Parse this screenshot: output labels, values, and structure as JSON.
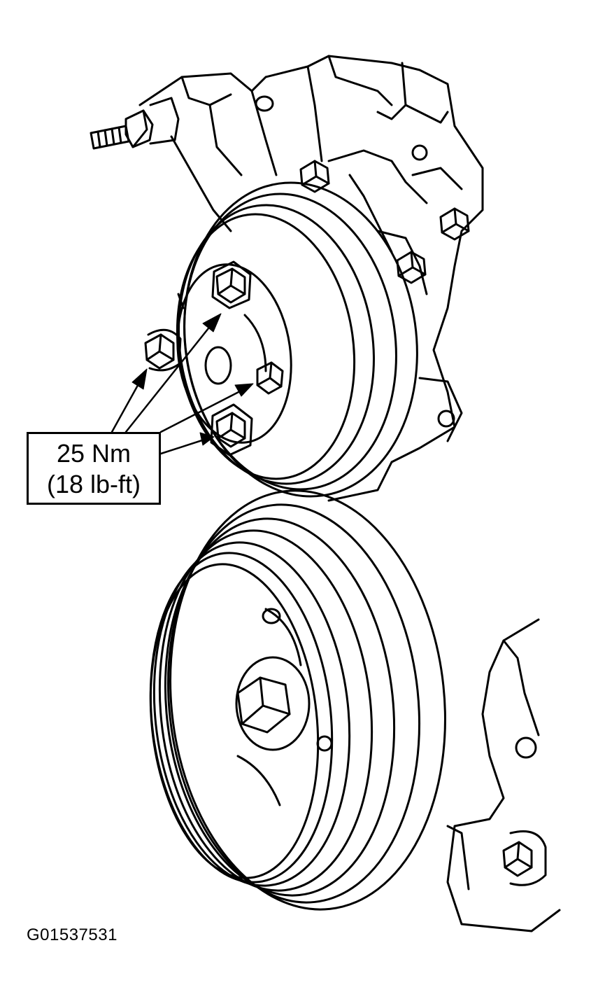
{
  "callout": {
    "torque_nm": "25 Nm",
    "torque_lbft": "(18 lb-ft)"
  },
  "figure": {
    "id": "G01537531"
  },
  "colors": {
    "line": "#000000",
    "background": "#ffffff"
  }
}
